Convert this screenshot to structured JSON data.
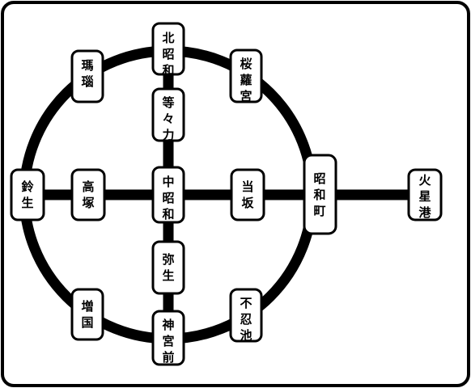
{
  "stations": [
    {
      "id": "kita-showa",
      "label": "北昭和"
    },
    {
      "id": "ouragi",
      "label": "瑪瑙"
    },
    {
      "id": "sakura",
      "label": "桜蘿宮"
    },
    {
      "id": "todoroki",
      "label": "等々力"
    },
    {
      "id": "suzuki",
      "label": "鈴生"
    },
    {
      "id": "takatsuka",
      "label": "高塚"
    },
    {
      "id": "naka-showa",
      "label": "中昭和"
    },
    {
      "id": "tousaka",
      "label": "当坂"
    },
    {
      "id": "showa-machi",
      "label": "昭和町"
    },
    {
      "id": "kasei-port",
      "label": "火星港"
    },
    {
      "id": "yayoi",
      "label": "弥生"
    },
    {
      "id": "masukuni",
      "label": "増国"
    },
    {
      "id": "fuji-ike",
      "label": "不忍池"
    },
    {
      "id": "jingumae",
      "label": "神宮前"
    }
  ],
  "colors": {
    "line": "#000000",
    "box_fill": "#ffffff",
    "box_border": "#000000",
    "background": "#ffffff"
  }
}
